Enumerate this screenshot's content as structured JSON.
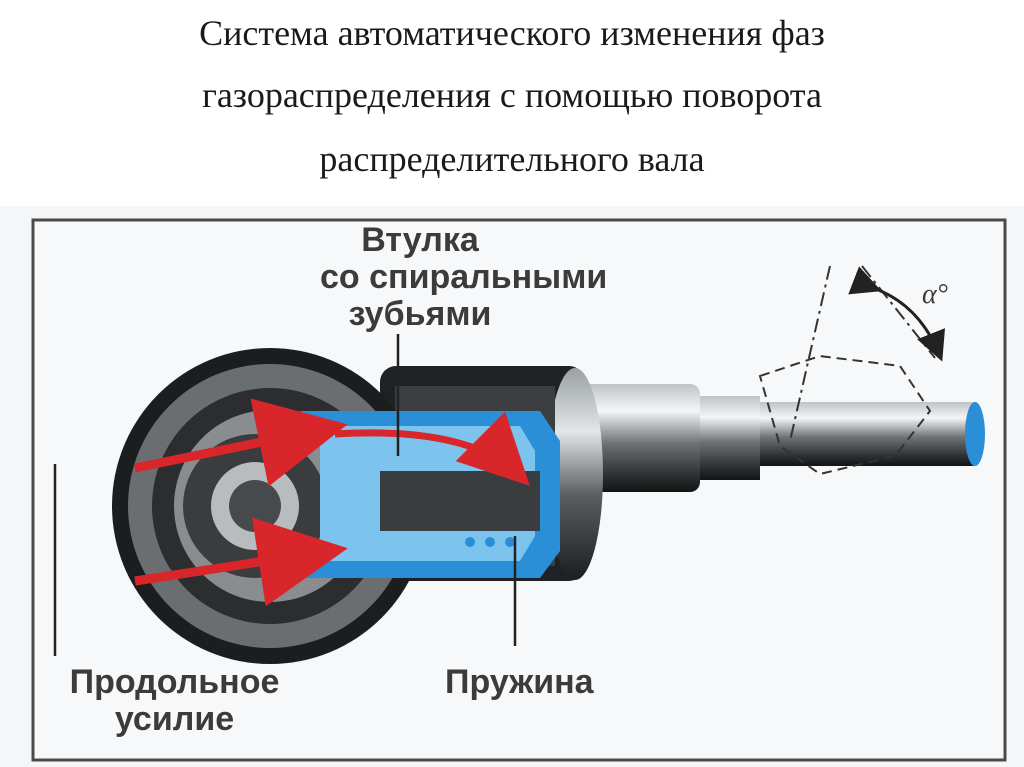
{
  "slide": {
    "title_lines": [
      "Система автоматического изменения фаз",
      "газораспределения с помощью поворота",
      "распределительного вала"
    ]
  },
  "diagram": {
    "labels": {
      "bushing_line1": "Втулка",
      "bushing_line2": "со спиральными",
      "bushing_line3": "зубьями",
      "force_line1": "Продольное",
      "force_line2": "усилие",
      "spring": "Пружина",
      "angle": "α°"
    },
    "colors": {
      "arrow": "#d9262a",
      "bushing": "#2a8fd6",
      "bushing_light": "#7cc4ee",
      "metal_dark": "#2a2a2a",
      "metal_mid": "#7a7a7a",
      "frame": "#4a4a4a"
    }
  }
}
